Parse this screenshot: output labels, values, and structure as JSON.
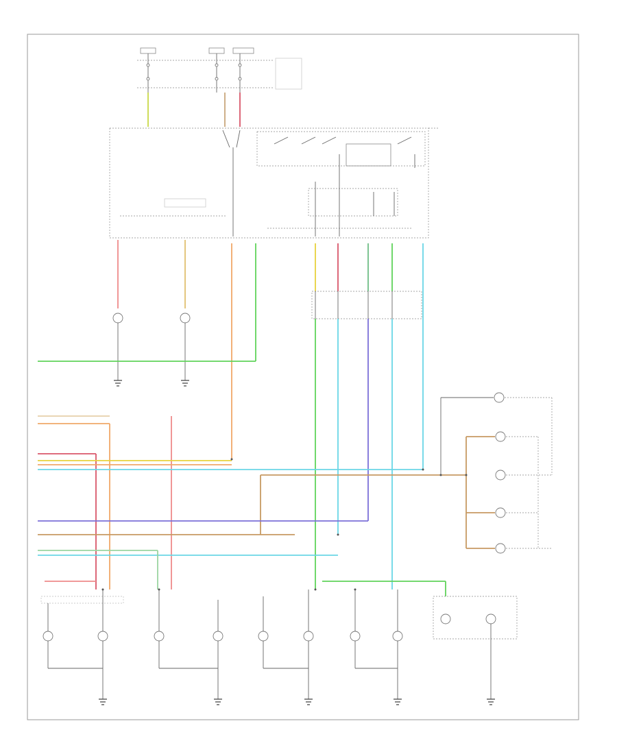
{
  "diagram": {
    "watermark": "",
    "corner_label": "",
    "wire_colors": {
      "lt_green": "#5fd35a",
      "orange": "#f0a868",
      "pink": "#ee8a8a",
      "red": "#d9566a",
      "yellow": "#e8d23c",
      "lt_blue": "#69d6e6",
      "blue": "#7b6fd8",
      "tan": "#c9a67a",
      "green": "#6fbe86",
      "brown": "#c79a62"
    },
    "components": [
      {
        "name": "fuse-top-1"
      },
      {
        "name": "fuse-top-2"
      },
      {
        "name": "fuse-top-3"
      },
      {
        "name": "multi-function-switch"
      },
      {
        "name": "lamp-left-front"
      },
      {
        "name": "lamp-right-front"
      },
      {
        "name": "fuse-block-lower"
      },
      {
        "name": "license-lamp"
      },
      {
        "name": "marker-lamps-right"
      },
      {
        "name": "rear-lamp-groups"
      },
      {
        "name": "trailer-connector"
      }
    ]
  }
}
